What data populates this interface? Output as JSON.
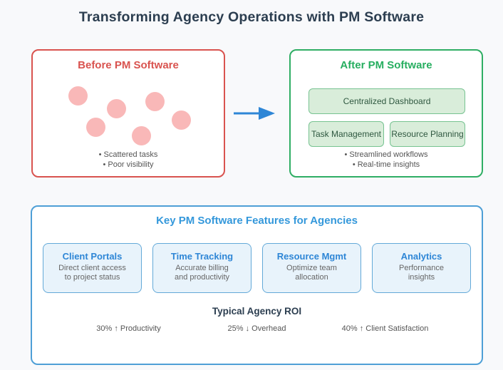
{
  "page": {
    "title": "Transforming Agency Operations with PM Software"
  },
  "before": {
    "title": "Before PM Software",
    "bullets": [
      "• Scattered tasks",
      "• Poor visibility"
    ]
  },
  "arrow": {
    "name": "transform-arrow",
    "color": "#2e86d6"
  },
  "after": {
    "title": "After PM Software",
    "boxes": {
      "dashboard": "Centralized Dashboard",
      "task": "Task Management",
      "resource": "Resource Planning"
    },
    "bullets": [
      "• Streamlined workflows",
      "• Real-time insights"
    ]
  },
  "features": {
    "title": "Key PM Software Features for Agencies",
    "cards": [
      {
        "title": "Client Portals",
        "line1": "Direct client access",
        "line2": "to project status"
      },
      {
        "title": "Time Tracking",
        "line1": "Accurate billing",
        "line2": "and productivity"
      },
      {
        "title": "Resource Mgmt",
        "line1": "Optimize team",
        "line2": "allocation"
      },
      {
        "title": "Analytics",
        "line1": "Performance",
        "line2": "insights"
      }
    ],
    "roi": {
      "title": "Typical Agency ROI",
      "stats": [
        "30% ↑ Productivity",
        "25% ↓ Overhead",
        "40% ↑ Client Satisfaction"
      ]
    }
  },
  "colors": {
    "background": "#f8f9fb",
    "title_text": "#2c3e50",
    "before_accent": "#d9534f",
    "task_dot_pink": "#f9b8b8",
    "after_accent": "#27ae60",
    "green_chip_fill": "#d9edda",
    "green_chip_border": "#77c391",
    "features_accent": "#3498db",
    "card_fill": "#e8f3fb",
    "card_border": "#63a9d8",
    "arrow_blue": "#2e86d6",
    "muted_text": "#555555"
  }
}
